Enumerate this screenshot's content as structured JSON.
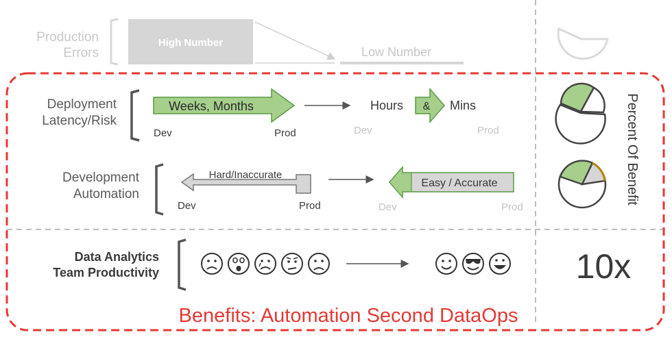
{
  "rows": {
    "production_errors": {
      "label_line1": "Production",
      "label_line2": "Errors",
      "high": "High Number",
      "low": "Low Number"
    },
    "deployment": {
      "label_line1": "Deployment",
      "label_line2": "Latency/Risk",
      "before": "Weeks, Months",
      "after_left": "Hours",
      "after_amp": "&",
      "after_right": "Mins",
      "dev": "Dev",
      "prod": "Prod"
    },
    "automation": {
      "label_line1": "Development",
      "label_line2": "Automation",
      "before": "Hard/Inaccurate",
      "after": "Easy / Accurate",
      "dev": "Dev",
      "prod": "Prod"
    },
    "productivity": {
      "label_line1": "Data Analytics",
      "label_line2": "Team Productivity",
      "multiplier": "10x"
    }
  },
  "side_label": "Percent Of Benefit",
  "footer": "Benefits:  Automation Second DataOps",
  "colors": {
    "accent_red": "#e53935",
    "arrow_green": "#a6cf8c",
    "arrow_green_stroke": "#5a9a45",
    "gray_box": "#d6d6d6",
    "pie_orange": "#b8860b"
  },
  "icons": {
    "sad_faces": [
      "sad-face-icon",
      "shocked-face-icon",
      "crying-face-icon",
      "worried-face-icon",
      "frown-face-icon"
    ],
    "happy_faces": [
      "smile-face-icon",
      "sunglasses-face-icon",
      "grin-face-icon"
    ]
  }
}
